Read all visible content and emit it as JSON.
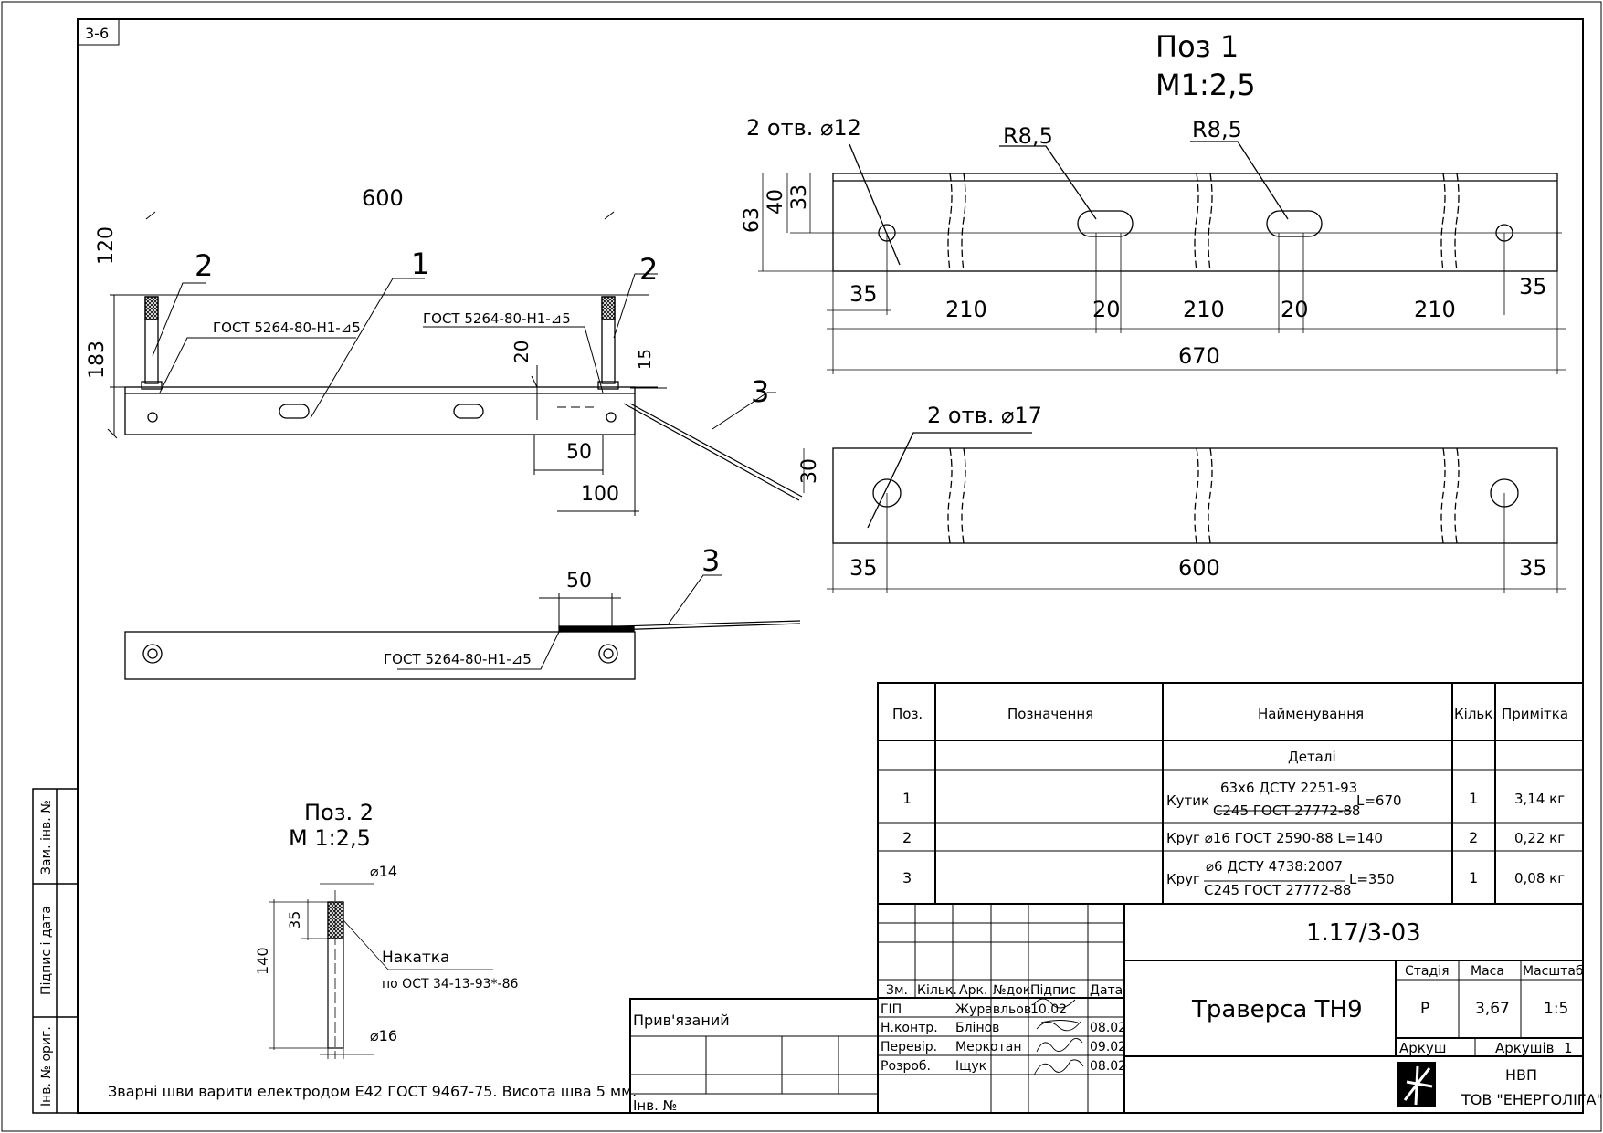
{
  "sheet": {
    "corner_label": "3-6",
    "note": "Зварні шви варити електродом Е42 ГОСТ 9467-75. Висота шва 5 мм."
  },
  "side_stamp": {
    "zam": "Зам. інв. №",
    "pidpys": "Підпис і дата",
    "inv": "Інв. № ориг."
  },
  "assembly": {
    "dim_600": "600",
    "dim_120": "120",
    "dim_183": "183",
    "dim_20": "20",
    "dim_15": "15",
    "dim_50": "50",
    "dim_100": "100",
    "dim_50_plan": "50",
    "pos1": "1",
    "pos2_left": "2",
    "pos2_right": "2",
    "pos3": "3",
    "pos3_plan": "3",
    "weld_left": "ГОСТ 5264-80-Н1-⊿5",
    "weld_right": "ГОСТ 5264-80-Н1-⊿5",
    "weld_plan": "ГОСТ 5264-80-Н1-⊿5"
  },
  "pos1": {
    "title": "Поз 1",
    "scale": "М1:2,5",
    "holes12": "2 отв. ⌀12",
    "r_left": "R8,5",
    "r_right": "R8,5",
    "dim_63": "63",
    "dim_40": "40",
    "dim_33": "33",
    "dim_35_left": "35",
    "dim_35_right": "35",
    "seg1": "210",
    "gap1": "20",
    "seg2": "210",
    "gap2": "20",
    "seg3": "210",
    "total": "670",
    "holes17": "2 отв. ⌀17",
    "dim_30": "30",
    "plan_35_left": "35",
    "plan_600": "600",
    "plan_35_right": "35"
  },
  "pos2": {
    "title": "Поз. 2",
    "scale": "М 1:2,5",
    "d14": "⌀14",
    "d16": "⌀16",
    "dim_35": "35",
    "dim_140": "140",
    "knurl": "Накатка",
    "knurl_std": "по ОСТ 34-13-93*-86"
  },
  "spec": {
    "headers": [
      "Поз.",
      "Позначення",
      "Найменування",
      "Кільк.",
      "Примітка"
    ],
    "section": "Деталі",
    "rows": [
      {
        "pos": "1",
        "prefix": "Кутик",
        "num": "63х6 ДСТУ 2251-93",
        "den": "С245 ГОСТ 27772-88",
        "suffix": "L=670",
        "qty": "1",
        "note": "3,14 кг"
      },
      {
        "pos": "2",
        "text": "Круг ⌀16 ГОСТ 2590-88 L=140",
        "qty": "2",
        "note": "0,22 кг"
      },
      {
        "pos": "3",
        "prefix": "Круг",
        "num": "⌀6 ДСТУ 4738:2007",
        "den": "С245 ГОСТ 27772-88",
        "suffix": "L=350",
        "qty": "1",
        "note": "0,08 кг"
      }
    ]
  },
  "stamp": {
    "code": "1.17/3-03",
    "title": "Траверса ТН9",
    "cols": [
      "Зм.",
      "Кільк.",
      "Арк.",
      "№док.",
      "Підпис",
      "Дата"
    ],
    "stadia_label": "Стадія",
    "masa_label": "Маса",
    "masshtab_label": "Масштаб",
    "stadia": "Р",
    "masa": "3,67",
    "masshtab": "1:5",
    "arkush_label": "Аркуш",
    "arkushiv_label": "Аркушів",
    "arkushiv": "1",
    "people": [
      {
        "role": "ГІП",
        "name": "Журавльов",
        "date": "10.02"
      },
      {
        "role": "Н.контр.",
        "name": "Блінов",
        "date": "08.02"
      },
      {
        "role": "Перевір.",
        "name": "Меркотан",
        "date": "09.02"
      },
      {
        "role": "Розроб.",
        "name": "Іщук",
        "date": "08.02"
      }
    ],
    "privyazanyi": "Прив'язаний",
    "inv": "Інв. №",
    "org_line1": "НВП",
    "org_line2": "ТОВ \"ЕНЕРГОЛІГА\""
  }
}
